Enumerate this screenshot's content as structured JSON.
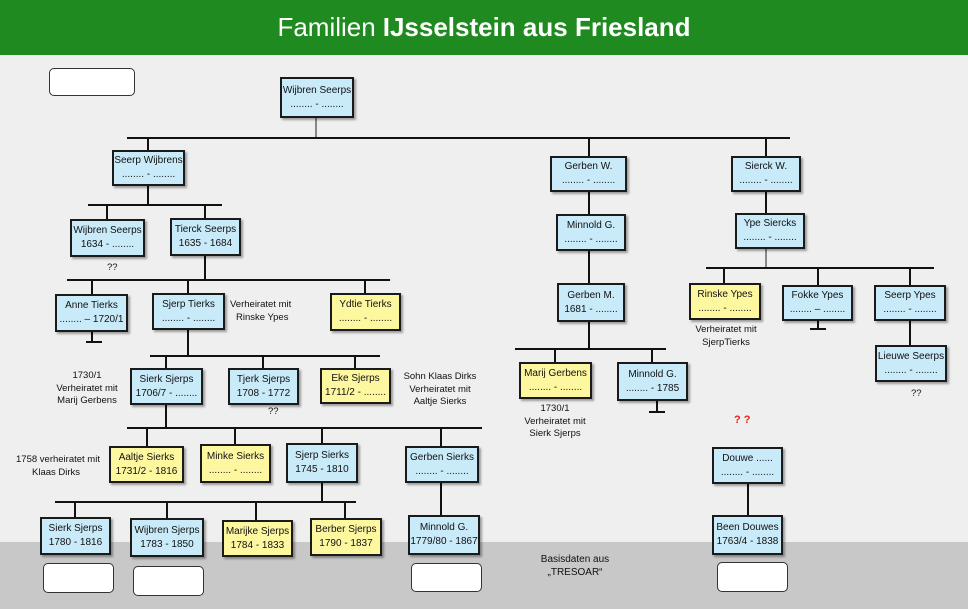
{
  "title": {
    "prefix": "Familien",
    "bold": "IJsselstein aus Friesland"
  },
  "persons": {
    "wijbren_seerps": {
      "name": "Wijbren Seerps",
      "dates": "........ - ........"
    },
    "seerp_wijbrens": {
      "name": "Seerp Wijbrens",
      "dates": "........ - ........"
    },
    "gerben_w": {
      "name": "Gerben W.",
      "dates": "........ - ........"
    },
    "sierck_w": {
      "name": "Sierck W.",
      "dates": "........ - ........"
    },
    "wijbren_seerps_1634": {
      "name": "Wijbren Seerps",
      "dates": "1634 - ........"
    },
    "tierck_seerps": {
      "name": "Tierck Seerps",
      "dates": "1635 - 1684"
    },
    "minnold_g_1": {
      "name": "Minnold G.",
      "dates": "........ - ........"
    },
    "ype_siercks": {
      "name": "Ype Siercks",
      "dates": "........ - ........"
    },
    "anne_tierks": {
      "name": "Anne Tierks",
      "dates": "........ – 1720/1"
    },
    "sjerp_tierks": {
      "name": "Sjerp Tierks",
      "dates": "........ - ........"
    },
    "ydtie_tierks": {
      "name": "Ydtie Tierks",
      "dates": "........ - ........"
    },
    "gerben_m": {
      "name": "Gerben M.",
      "dates": "1681 - ........"
    },
    "rinske_ypes": {
      "name": "Rinske Ypes",
      "dates": "........ - ........"
    },
    "fokke_ypes": {
      "name": "Fokke Ypes",
      "dates": "........ – ........"
    },
    "seerp_ypes": {
      "name": "Seerp Ypes",
      "dates": "........ - ........"
    },
    "sierk_sjerps": {
      "name": "Sierk Sjerps",
      "dates": "1706/7 - ........"
    },
    "tjerk_sjerps": {
      "name": "Tjerk Sjerps",
      "dates": "1708 - 1772"
    },
    "eke_sjerps": {
      "name": "Eke Sjerps",
      "dates": "1711/2 - ........"
    },
    "marij_gerbens": {
      "name": "Marij Gerbens",
      "dates": "........ - ........"
    },
    "minnold_g_2": {
      "name": "Minnold G.",
      "dates": "........ - 1785"
    },
    "lieuwe_seerps": {
      "name": "Lieuwe Seerps",
      "dates": "........ - ........"
    },
    "aaltje_sierks": {
      "name": "Aaltje Sierks",
      "dates": "1731/2 - 1816"
    },
    "minke_sierks": {
      "name": "Minke Sierks",
      "dates": "........ - ........"
    },
    "sjerp_sierks": {
      "name": "Sjerp Sierks",
      "dates": "1745 - 1810"
    },
    "gerben_sierks": {
      "name": "Gerben Sierks",
      "dates": "........ - ........"
    },
    "douwe": {
      "name": "Douwe ......",
      "dates": "........ - ........"
    },
    "sierk_sjerps_1780": {
      "name": "Sierk Sjerps",
      "dates": "1780 - 1816"
    },
    "wijbren_sjerps": {
      "name": "Wijbren Sjerps",
      "dates": "1783 - 1850"
    },
    "marijke_sjerps": {
      "name": "Marijke Sjerps",
      "dates": "1784 - 1833"
    },
    "berber_sjerps": {
      "name": "Berber Sjerps",
      "dates": "1790 - 1837"
    },
    "minnold_g_3": {
      "name": "Minnold G.",
      "dates": "1779/80 - 1867"
    },
    "been_douwes": {
      "name": "Been Douwes",
      "dates": "1763/4 - 1838"
    }
  },
  "notes": {
    "sjerp_married": [
      "Verheiratet mit",
      "Rinske Ypes"
    ],
    "qq_wijbren": "??",
    "sierk_married": [
      "1730/1",
      "Verheiratet mit",
      "Marij Gerbens"
    ],
    "qq_tjerk": "??",
    "eke_son": [
      "Sohn Klaas Dirks",
      "Verheiratet mit",
      "Aaltje Sierks"
    ],
    "rinske_married": [
      "Verheiratet mit",
      "SjerpTierks"
    ],
    "marij_married": [
      "1730/1",
      "Verheiratet mit",
      "Sierk Sjerps"
    ],
    "qq_lieuwe": "??",
    "aaltje_married": [
      "1758 verheiratet mit",
      "Klaas Dirks"
    ],
    "qq_douwe": "? ?",
    "source": [
      "Basisdaten aus",
      "„TRESOAR“"
    ]
  },
  "colors": {
    "header": "#1f8a1f",
    "male_box": "#c9eaf8",
    "female_box": "#fdf7a0",
    "unknown_parent": "#e0261b"
  }
}
